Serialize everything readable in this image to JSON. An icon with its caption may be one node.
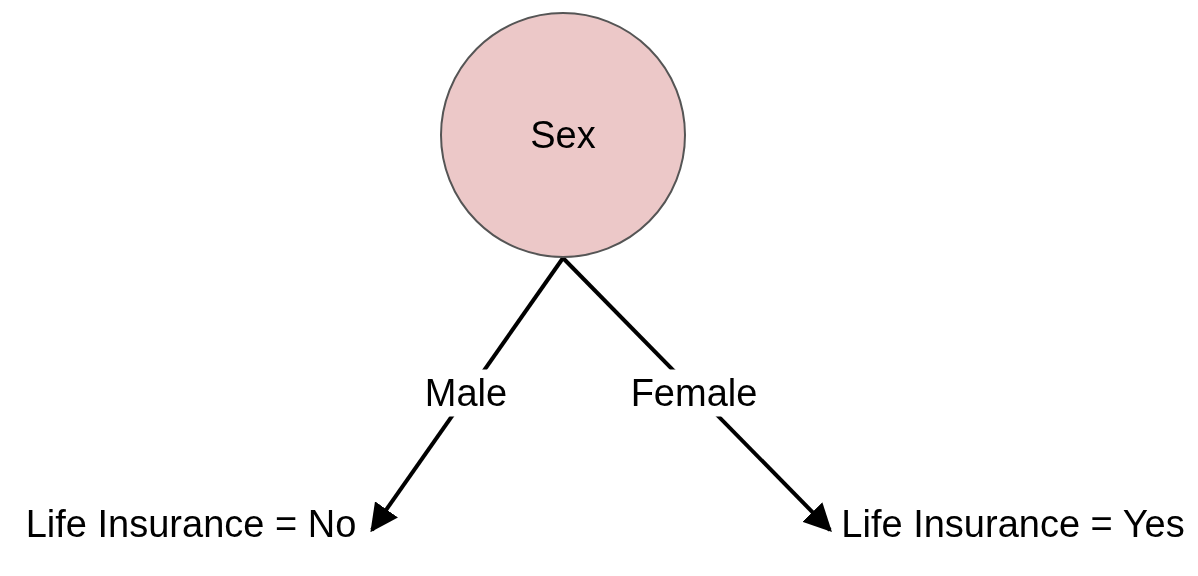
{
  "diagram": {
    "nodes": [
      {
        "text": [
          "Sex"
        ]
      },
      {
        "text": [
          "Life Insurance = No"
        ]
      },
      {
        "text": [
          "Life Insurance = Yes"
        ]
      }
    ],
    "edges": [
      {
        "from": 0,
        "to": 1,
        "arrow": "to",
        "label": "Male"
      },
      {
        "from": 0,
        "to": 2,
        "arrow": "to",
        "label": "Female"
      }
    ]
  }
}
